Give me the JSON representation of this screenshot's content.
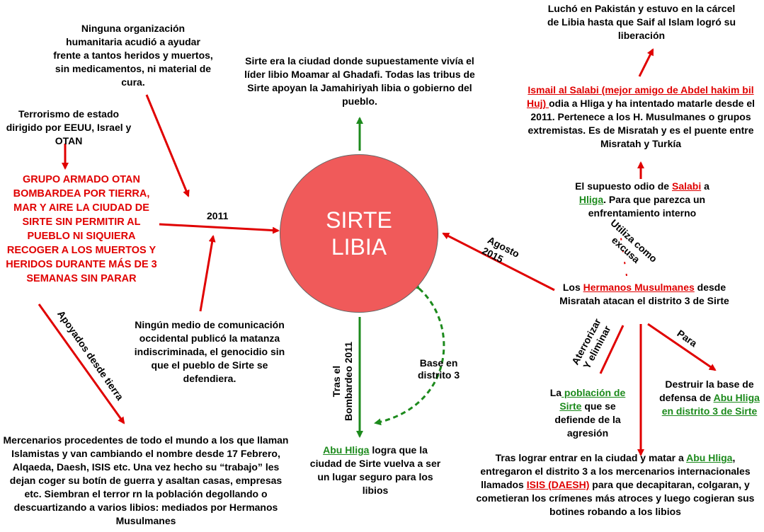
{
  "center": {
    "line1": "SIRTE",
    "line2": "LIBIA"
  },
  "colors": {
    "red_arrow": "#e00000",
    "green_arrow": "#1c8a1c",
    "circle_fill": "#f05a5a"
  },
  "nodes": {
    "ninguna_org": "Ninguna organización humanitaria acudió a ayudar frente a tantos heridos y muertos, sin medicamentos, ni material de cura.",
    "terrorismo": "Terrorismo de estado dirigido por EEUU, Israel y OTAN",
    "grupo_armado": "GRUPO ARMADO OTAN BOMBARDEA POR TIERRA, MAR Y AIRE LA CIUDAD DE SIRTE SIN PERMITIR AL PUEBLO NI SIQUIERA RECOGER A LOS MUERTOS Y HERIDOS DURANTE MÁS DE 3 SEMANAS SIN PARAR",
    "ningun_medio": "Ningún medio de comunicación occidental publicó la matanza indiscriminada, el genocidio sin que el pueblo de Sirte se defendiera.",
    "mercenarios": "Mercenarios procedentes de todo el mundo a los que llaman Islamistas y van cambiando el nombre desde 17 Febrero, Alqaeda, Daesh, ISIS etc. Una vez hecho su “trabajo” les dejan coger su botín de guerra y asaltan casas, empresas etc. Siembran el terror rn la población degollando o descuartizando a varios libios: mediados por Hermanos Musulmanes",
    "sirte_ciudad": "Sirte era la ciudad donde supuestamente vivía el líder libio Moamar al Ghadafi. Todas las tribus de Sirte apoyan la Jamahiriyah libia o gobierno del pueblo.",
    "abu_hliga": {
      "link": "Abu Hliga",
      "rest": " logra que la ciudad de Sirte vuelva a ser un lugar seguro para los libios"
    },
    "pakistan": "Luchó en Pakistán y estuvo en la cárcel de Libia hasta que Saif al Islam logró su liberación",
    "salabi": {
      "link": "Ismail al Salabi (mejor amigo de Abdel hakim bil Huj) ",
      "rest": "odia a Hliga y ha intentado matarle desde el 2011. Pertenece a los H. Musulmanes o grupos extremistas. Es de Misratah y es el puente entre Misratah y Turkía"
    },
    "odio": {
      "p1": "El supuesto odio de ",
      "link1": "Salabi",
      "p2": " a ",
      "link2": "Hliga",
      "p3": ". Para que parezca un enfrentamiento interno"
    },
    "hermanos": {
      "p1": "Los ",
      "link": "Hermanos Musulmanes",
      "p2": " desde Misratah atacan el distrito 3 de Sirte"
    },
    "poblacion": {
      "p1": "La",
      "link": " población de Sirte",
      "p2": " que se defiende de la agresión"
    },
    "destruir": {
      "p1": "Destruir la base de defensa de ",
      "link": "Abu Hliga en distrito 3 de Sirte"
    },
    "tras_lograr": {
      "p1": "Tras lograr entrar en la ciudad y matar a ",
      "link1": "Abu Hliga",
      "p2": ", entregaron el distrito 3 a los mercenarios internacionales llamados ",
      "link2": "ISIS (DAESH)",
      "p3": " para que decapitaran, colgaran, y cometieran los crímenes más atroces y luego cogieran sus botines robando a los libios"
    }
  },
  "labels": {
    "year_2011": "2011",
    "apoyados": "Apoyados desde tierra",
    "tras_bombardeo_1": "Tras el",
    "tras_bombardeo_2": "Bombardeo 2011",
    "base_distrito_1": "Base en",
    "base_distrito_2": "distrito 3",
    "agosto_1": "Agosto",
    "agosto_2": "2015",
    "utiliza_1": "Utiliza como",
    "utiliza_2": "excusa",
    "aterrorizar_1": "Aterrorizar",
    "aterrorizar_2": "Y eliminar",
    "para": "Para"
  }
}
